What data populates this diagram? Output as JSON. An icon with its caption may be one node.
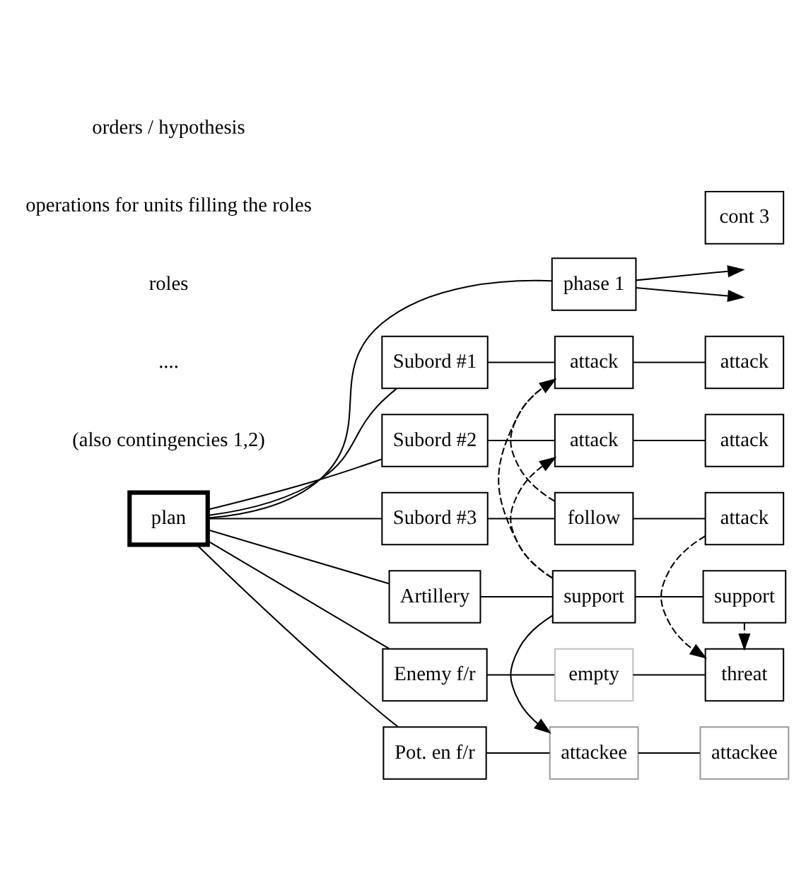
{
  "diagram": {
    "nodes": [
      {
        "text": [
          "plan"
        ]
      },
      {
        "text": [
          "phase 1"
        ]
      },
      {
        "text": [
          "cont 3"
        ]
      },
      {
        "text": [
          "Subord #1"
        ]
      },
      {
        "text": [
          "attack"
        ]
      },
      {
        "text": [
          "attack"
        ]
      },
      {
        "text": [
          "Subord #2"
        ]
      },
      {
        "text": [
          "attack"
        ]
      },
      {
        "text": [
          "attack"
        ]
      },
      {
        "text": [
          "Subord #3"
        ]
      },
      {
        "text": [
          "follow"
        ]
      },
      {
        "text": [
          "attack"
        ]
      },
      {
        "text": [
          "Artillery"
        ]
      },
      {
        "text": [
          "support"
        ]
      },
      {
        "text": [
          "support"
        ]
      },
      {
        "text": [
          "Enemy f/r"
        ]
      },
      {
        "text": [
          "empty"
        ]
      },
      {
        "text": [
          "threat"
        ]
      },
      {
        "text": [
          "Pot. en f/r"
        ]
      },
      {
        "text": [
          "attackee"
        ]
      },
      {
        "text": [
          "attackee"
        ]
      }
    ],
    "edges": [
      {
        "from": 0,
        "to": 1,
        "arrow": "none"
      },
      {
        "from": 0,
        "to": 3,
        "arrow": "none"
      },
      {
        "from": 0,
        "to": 6,
        "arrow": "none"
      },
      {
        "from": 0,
        "to": 9,
        "arrow": "none"
      },
      {
        "from": 0,
        "to": 12,
        "arrow": "none"
      },
      {
        "from": 0,
        "to": 15,
        "arrow": "none"
      },
      {
        "from": 0,
        "to": 18,
        "arrow": "none"
      },
      {
        "from": 1,
        "to": null,
        "arrow": "to"
      },
      {
        "from": 1,
        "to": null,
        "arrow": "to"
      },
      {
        "from": 3,
        "to": 4,
        "arrow": "none"
      },
      {
        "from": 4,
        "to": 5,
        "arrow": "none"
      },
      {
        "from": 6,
        "to": 7,
        "arrow": "none"
      },
      {
        "from": 7,
        "to": 8,
        "arrow": "none"
      },
      {
        "from": 9,
        "to": 10,
        "arrow": "none"
      },
      {
        "from": 10,
        "to": 11,
        "arrow": "none"
      },
      {
        "from": 12,
        "to": 13,
        "arrow": "none"
      },
      {
        "from": 13,
        "to": 14,
        "arrow": "none"
      },
      {
        "from": 15,
        "to": 16,
        "arrow": "none"
      },
      {
        "from": 16,
        "to": 17,
        "arrow": "none"
      },
      {
        "from": 18,
        "to": 19,
        "arrow": "none"
      },
      {
        "from": 20,
        "to": 19,
        "arrow": "none"
      },
      {
        "from": 10,
        "to": 4,
        "arrow": "to",
        "style": "dashed"
      },
      {
        "from": 13,
        "to": 4,
        "arrow": "to",
        "style": "dashed"
      },
      {
        "from": 13,
        "to": 7,
        "arrow": "to",
        "style": "dashed"
      },
      {
        "from": 11,
        "to": 17,
        "arrow": "to",
        "style": "dashed"
      },
      {
        "from": 14,
        "to": 17,
        "arrow": "to",
        "style": "dashed"
      },
      {
        "from": 13,
        "to": 19,
        "arrow": "to"
      }
    ],
    "labels": [
      "(also contingencies 1,2)",
      "....",
      "roles",
      "operations for units filling the roles",
      "orders / hypothesis"
    ]
  }
}
